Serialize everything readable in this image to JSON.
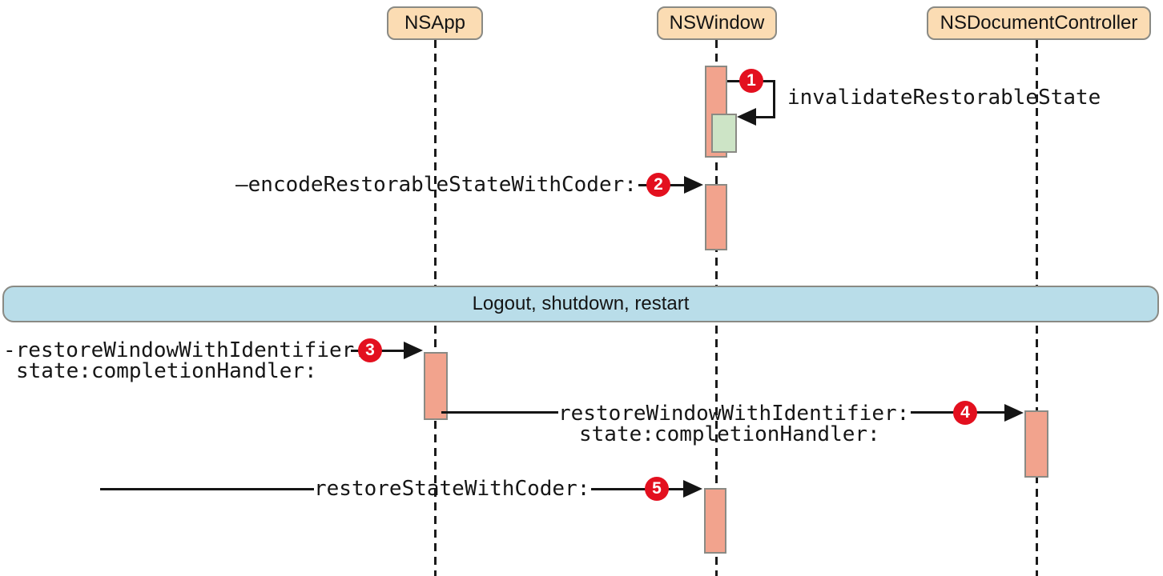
{
  "diagram": {
    "type": "sequence",
    "actors": [
      {
        "id": "nsapp",
        "label": "NSApp"
      },
      {
        "id": "nswindow",
        "label": "NSWindow"
      },
      {
        "id": "nsdocumentcontroller",
        "label": "NSDocumentController"
      }
    ],
    "band": {
      "label": "Logout, shutdown, restart"
    },
    "messages": [
      {
        "num": "1",
        "label": "invalidateRestorableState",
        "from": "NSWindow",
        "to": "NSWindow",
        "kind": "self-call"
      },
      {
        "num": "2",
        "label": "—encodeRestorableStateWithCoder:",
        "from": "left",
        "to": "NSWindow",
        "kind": "call"
      },
      {
        "num": "3",
        "label1": "-restoreWindowWithIdentifier:",
        "label2": "state:completionHandler:",
        "from": "left",
        "to": "NSApp",
        "kind": "call"
      },
      {
        "num": "4",
        "label1": "restoreWindowWithIdentifier:",
        "label2": "state:completionHandler:",
        "from": "NSApp",
        "to": "NSDocumentController",
        "kind": "call"
      },
      {
        "num": "5",
        "label": "restoreStateWithCoder:",
        "from": "left",
        "to": "NSWindow",
        "kind": "call"
      }
    ],
    "colors": {
      "actor_fill": "#fbdcb3",
      "activation_fill": "#f2a38d",
      "nested_activation_fill": "#cde4c6",
      "band_fill": "#b9dde9",
      "badge_red": "#e3101f",
      "border_gray": "#8a8a84",
      "line_black": "#151515",
      "background": "#ffffff"
    }
  }
}
